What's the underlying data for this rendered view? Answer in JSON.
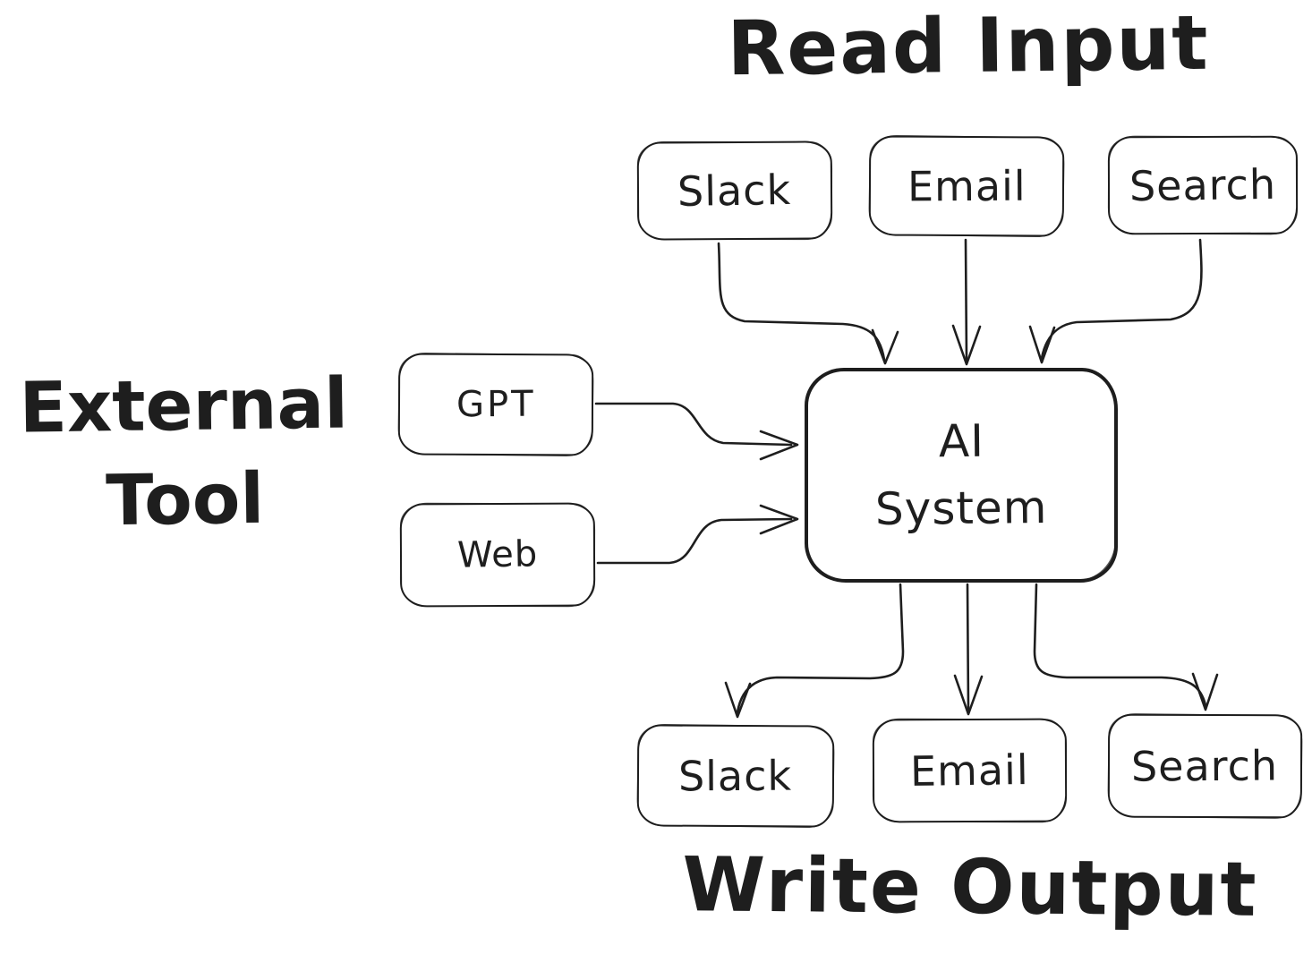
{
  "diagram": {
    "background_color": "#ffffff",
    "stroke_color": "#1e1e1e",
    "titles": {
      "read_input": "Read Input",
      "write_output": "Write Output"
    },
    "external_tool_label": {
      "line1": "External",
      "line2": "Tool"
    },
    "input_nodes": [
      {
        "label": "Slack"
      },
      {
        "label": "Email"
      },
      {
        "label": "Search"
      }
    ],
    "external_nodes": [
      {
        "label": "GPT"
      },
      {
        "label": "Web"
      }
    ],
    "ai_node": {
      "line1": "AI",
      "line2": "System"
    },
    "output_nodes": [
      {
        "label": "Slack"
      },
      {
        "label": "Email"
      },
      {
        "label": "Search"
      }
    ]
  }
}
